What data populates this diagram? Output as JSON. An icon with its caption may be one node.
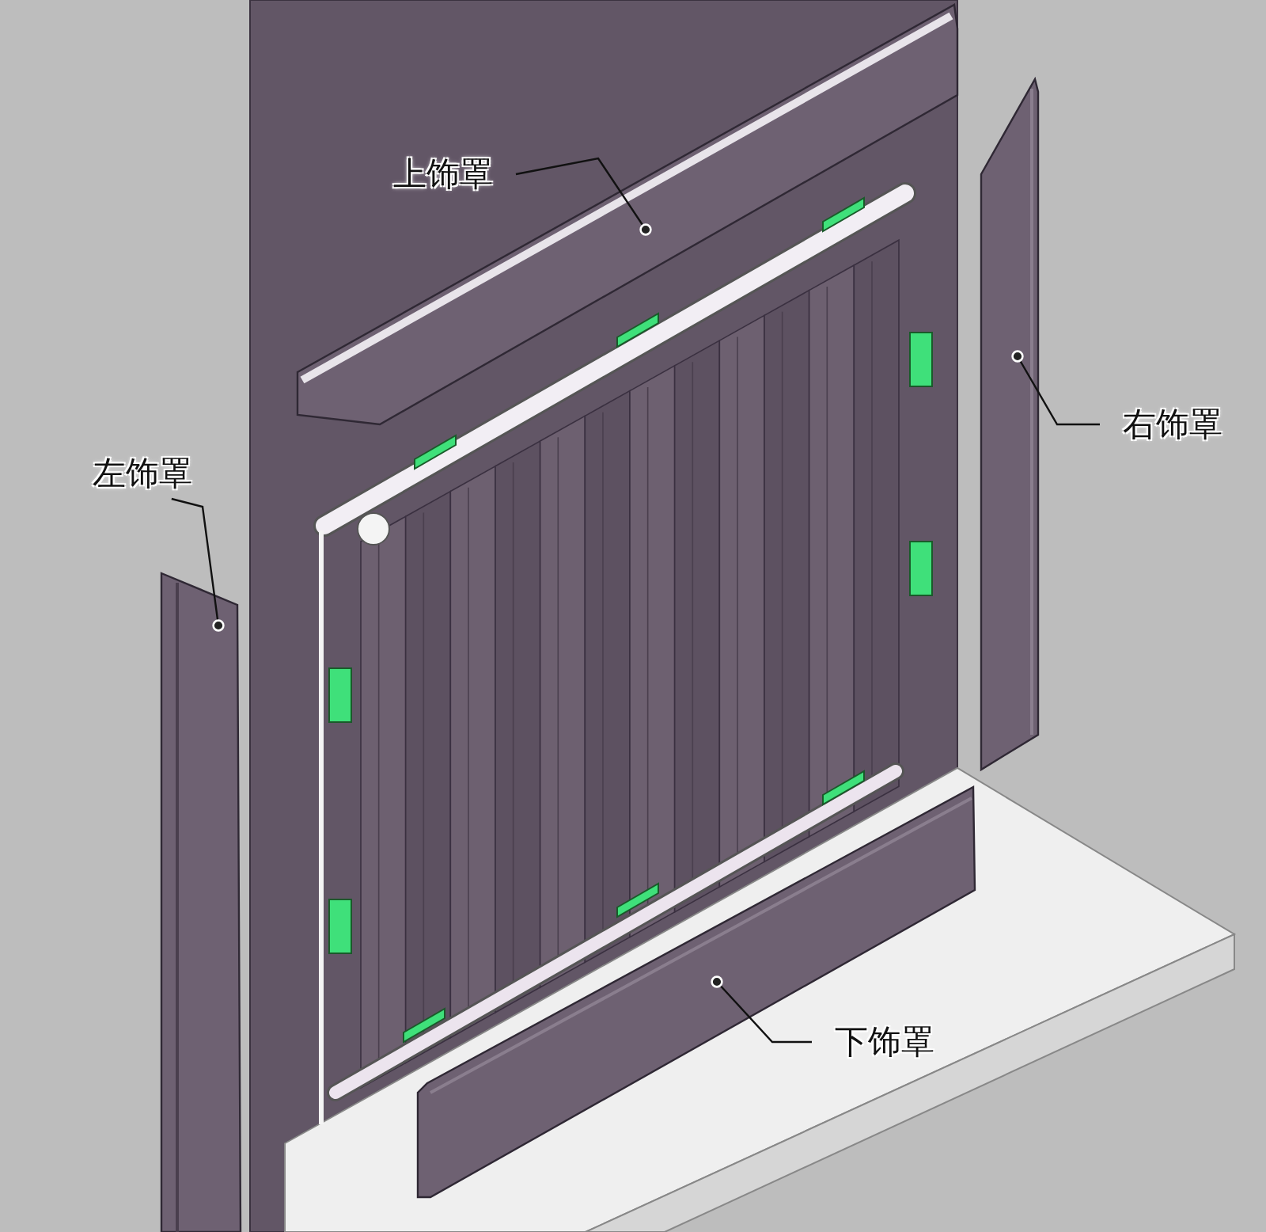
{
  "diagram": {
    "nodes": [
      {
        "text": [
          "上饰罩"
        ]
      },
      {
        "text": [],
        "shape": "picture"
      },
      {
        "text": [
          "右饰罩"
        ]
      },
      {
        "text": [],
        "shape": "picture"
      },
      {
        "text": [
          "左饰罩"
        ]
      },
      {
        "text": [],
        "shape": "picture"
      },
      {
        "text": [
          "下饰罩"
        ]
      },
      {
        "text": [],
        "shape": "picture"
      }
    ],
    "edges": [
      {
        "from": 0,
        "to": 1,
        "arrow": "other"
      },
      {
        "from": 2,
        "to": 3,
        "arrow": "other"
      },
      {
        "from": 4,
        "to": 5,
        "arrow": "other"
      },
      {
        "from": 6,
        "to": 7,
        "arrow": "other"
      }
    ]
  }
}
